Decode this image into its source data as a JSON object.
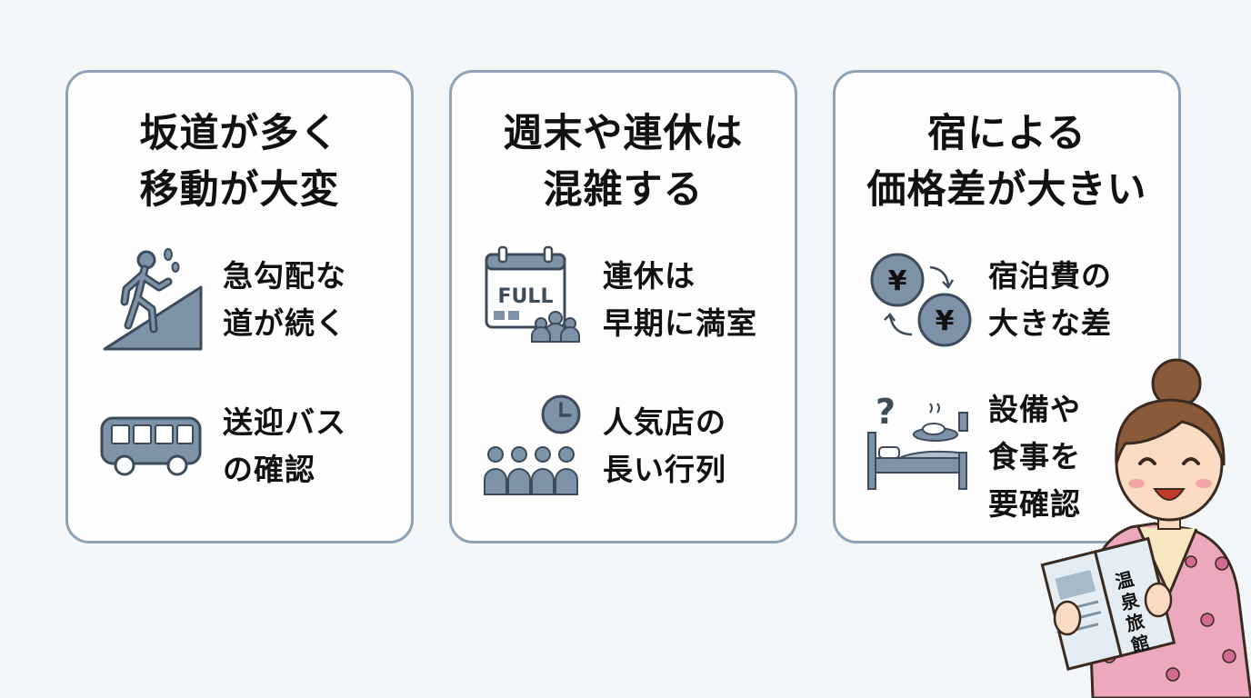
{
  "cards": [
    {
      "title": [
        "坂道が多く",
        "移動が大変"
      ],
      "items": [
        {
          "icon": "hiker-on-slope-icon",
          "lines": [
            "急勾配な",
            "道が続く"
          ]
        },
        {
          "icon": "bus-icon",
          "lines": [
            "送迎バス",
            "の確認"
          ]
        }
      ]
    },
    {
      "title": [
        "週末や連休は",
        "混雑する"
      ],
      "items": [
        {
          "icon": "full-calendar-icon",
          "badge": "FULL",
          "lines": [
            "連休は",
            "早期に満室"
          ]
        },
        {
          "icon": "clock-queue-icon",
          "lines": [
            "人気店の",
            "長い行列"
          ]
        }
      ]
    },
    {
      "title": [
        "宿による",
        "価格差が大きい"
      ],
      "items": [
        {
          "icon": "yen-exchange-icon",
          "symbol": "¥",
          "lines": [
            "宿泊費の",
            "大きな差"
          ]
        },
        {
          "icon": "bed-meal-question-icon",
          "symbol": "?",
          "lines": [
            "設備や",
            "食事を",
            "要確認"
          ]
        }
      ]
    }
  ],
  "character": {
    "icon": "woman-in-yukata-illustration",
    "pamphlet_text": "温泉旅館"
  },
  "colors": {
    "background": "#f4f7fa",
    "card_border": "#8ea3b6",
    "icon": "#7e93a8",
    "icon_dark": "#3d4b5a",
    "yukata": "#eca9bd"
  }
}
